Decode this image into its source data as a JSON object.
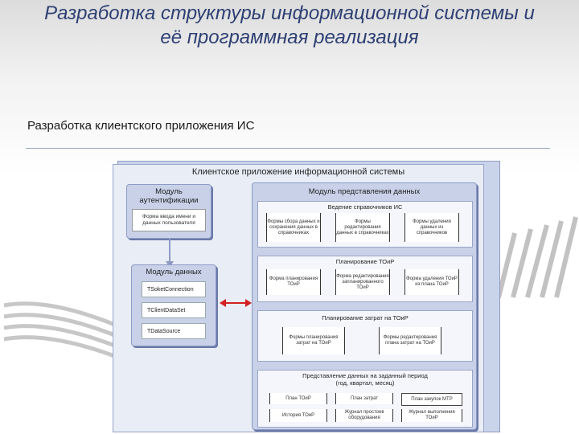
{
  "slide": {
    "title_line1": "Разработка структуры информационной системы и",
    "title_line2": "её программная реализация",
    "subtitle": "Разработка клиентского приложения ИС"
  },
  "diagram": {
    "outer_title": "Клиентское приложение информационной системы",
    "auth_module": {
      "title": "Модуль аутентификации",
      "form": "Форма ввода имени и данных пользователя"
    },
    "data_module": {
      "title": "Модуль данных",
      "items": [
        "TSoketConnection",
        "TClientDataSet",
        "TDataSource"
      ]
    },
    "presentation_module": {
      "title": "Модуль представления данных",
      "sections": [
        {
          "title": "Ведение справочников ИС",
          "forms": [
            "Формы сбора данных и сохранения данных в справочниках",
            "Формы редактирования данных в справочниках",
            "Формы удаления данных из справочников"
          ]
        },
        {
          "title": "Планирование ТОиР",
          "forms": [
            "Форма планирования ТОиР",
            "Форма редактирования запланированного ТОиР",
            "Форма удаления ТОиР из плана ТОиР"
          ]
        },
        {
          "title": "Планирование затрат на ТОиР",
          "forms": [
            "Формы планирования затрат на ТОиР",
            "Формы редактирования плана затрат на ТОиР"
          ]
        },
        {
          "title": "Представление данных на заданный период",
          "subtitle": "(год, квартал, месяц)",
          "forms": [
            "План ТОиР",
            "План затрат",
            "План закупок МТР",
            "История ТОиР",
            "Журнал простоев оборудования",
            "Журнал выполнения ТОиР"
          ]
        }
      ]
    },
    "colors": {
      "module_fill": "#c8d1e8",
      "arrow": "#d32020",
      "title_text": "#2d3f73"
    }
  }
}
